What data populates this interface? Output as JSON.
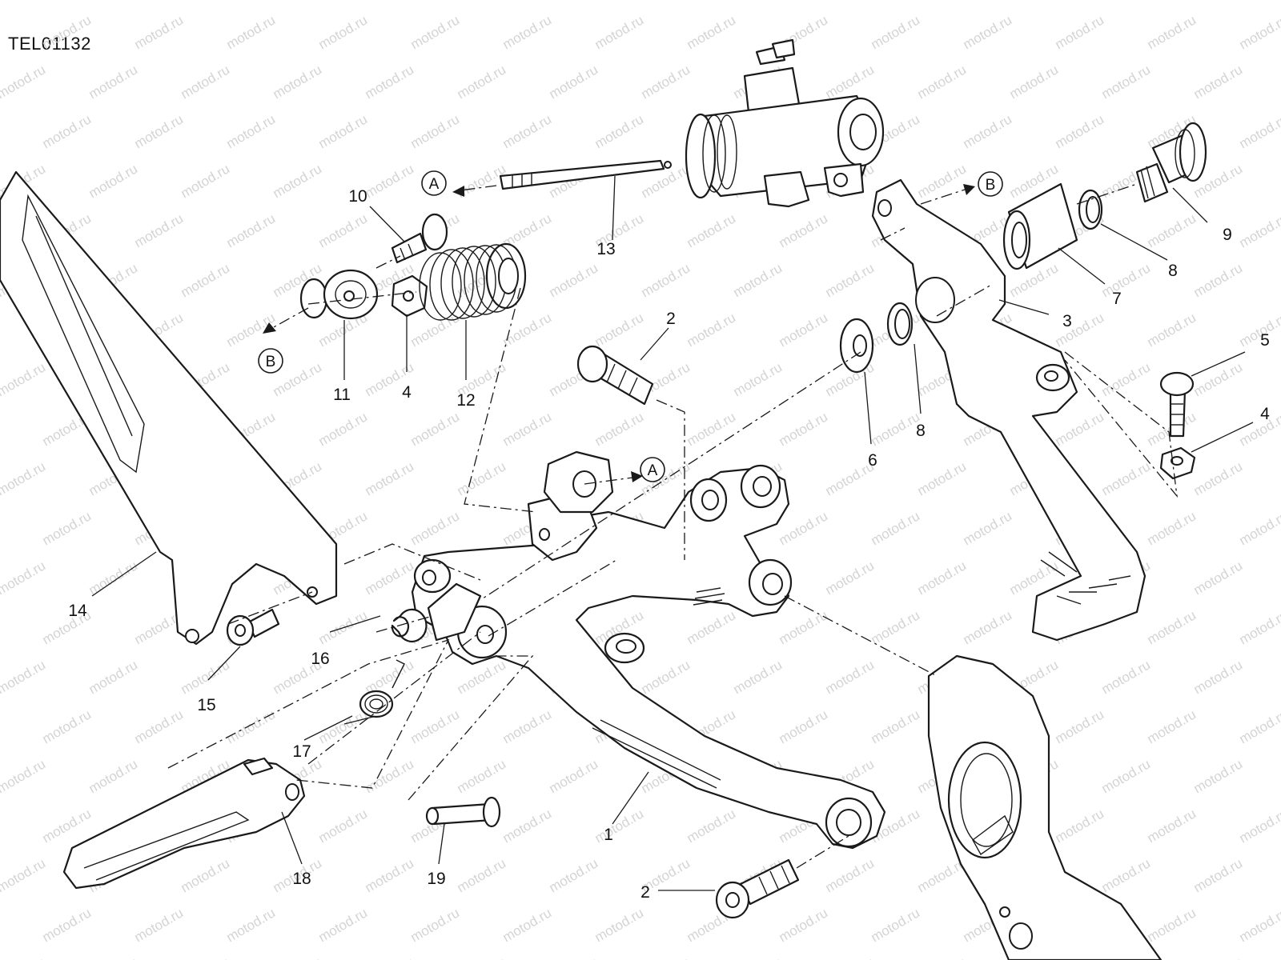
{
  "drawing_code": "TEL01132",
  "watermark_text": "motod.ru",
  "reference_markers": [
    {
      "id": "A-top",
      "letter": "A"
    },
    {
      "id": "B-right",
      "letter": "B"
    },
    {
      "id": "B-left",
      "letter": "B"
    },
    {
      "id": "A-mid",
      "letter": "A"
    }
  ],
  "callouts": [
    {
      "id": "c10",
      "number": "10"
    },
    {
      "id": "c13",
      "number": "13"
    },
    {
      "id": "c11",
      "number": "11"
    },
    {
      "id": "c4a",
      "number": "4"
    },
    {
      "id": "c12",
      "number": "12"
    },
    {
      "id": "c2a",
      "number": "2"
    },
    {
      "id": "c9",
      "number": "9"
    },
    {
      "id": "c8a",
      "number": "8"
    },
    {
      "id": "c7",
      "number": "7"
    },
    {
      "id": "c3",
      "number": "3"
    },
    {
      "id": "c5",
      "number": "5"
    },
    {
      "id": "c4b",
      "number": "4"
    },
    {
      "id": "c6",
      "number": "6"
    },
    {
      "id": "c8b",
      "number": "8"
    },
    {
      "id": "c14",
      "number": "14"
    },
    {
      "id": "c16",
      "number": "16"
    },
    {
      "id": "c15",
      "number": "15"
    },
    {
      "id": "c17",
      "number": "17"
    },
    {
      "id": "c18",
      "number": "18"
    },
    {
      "id": "c19",
      "number": "19"
    },
    {
      "id": "c1",
      "number": "1"
    },
    {
      "id": "c2b",
      "number": "2"
    }
  ]
}
